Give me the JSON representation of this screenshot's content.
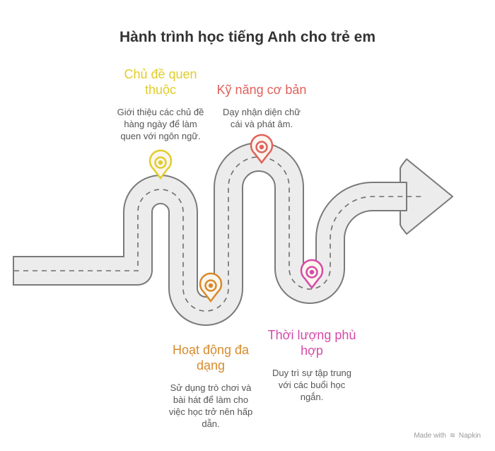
{
  "title": "Hành trình học tiếng Anh cho trẻ em",
  "milestones": [
    {
      "title_lines": [
        "Chủ đề quen",
        "thuộc"
      ],
      "desc_lines": [
        "Giới thiệu các chủ đề",
        "hàng ngày để làm",
        "quen với ngôn ngữ."
      ],
      "color": "#e1cd2a",
      "pin_icon": "location-pin-icon"
    },
    {
      "title_lines": [
        "Hoạt động đa",
        "dạng"
      ],
      "desc_lines": [
        "Sử dụng trò chơi và",
        "bài hát để làm cho",
        "việc học trở nên hấp",
        "dẫn."
      ],
      "color": "#d88a2a",
      "pin_icon": "location-pin-icon"
    },
    {
      "title_lines": [
        "Kỹ năng cơ bản"
      ],
      "desc_lines": [
        "Dạy nhận diện chữ",
        "cái và phát âm."
      ],
      "color": "#e0615c",
      "pin_icon": "location-pin-icon"
    },
    {
      "title_lines": [
        "Thời lượng phù",
        "hợp"
      ],
      "desc_lines": [
        "Duy trì sự tập trung",
        "với các buổi học",
        "ngắn."
      ],
      "color": "#d64aa8",
      "pin_icon": "location-pin-icon"
    }
  ],
  "road": {
    "fill": "#ececec",
    "stroke": "#7a7a7a",
    "dash": "#6e6e6e",
    "arrow_icon": "arrow-right-icon"
  },
  "footer": {
    "prefix": "Made with",
    "brand": "Napkin",
    "brand_icon": "napkin-logo-icon"
  }
}
